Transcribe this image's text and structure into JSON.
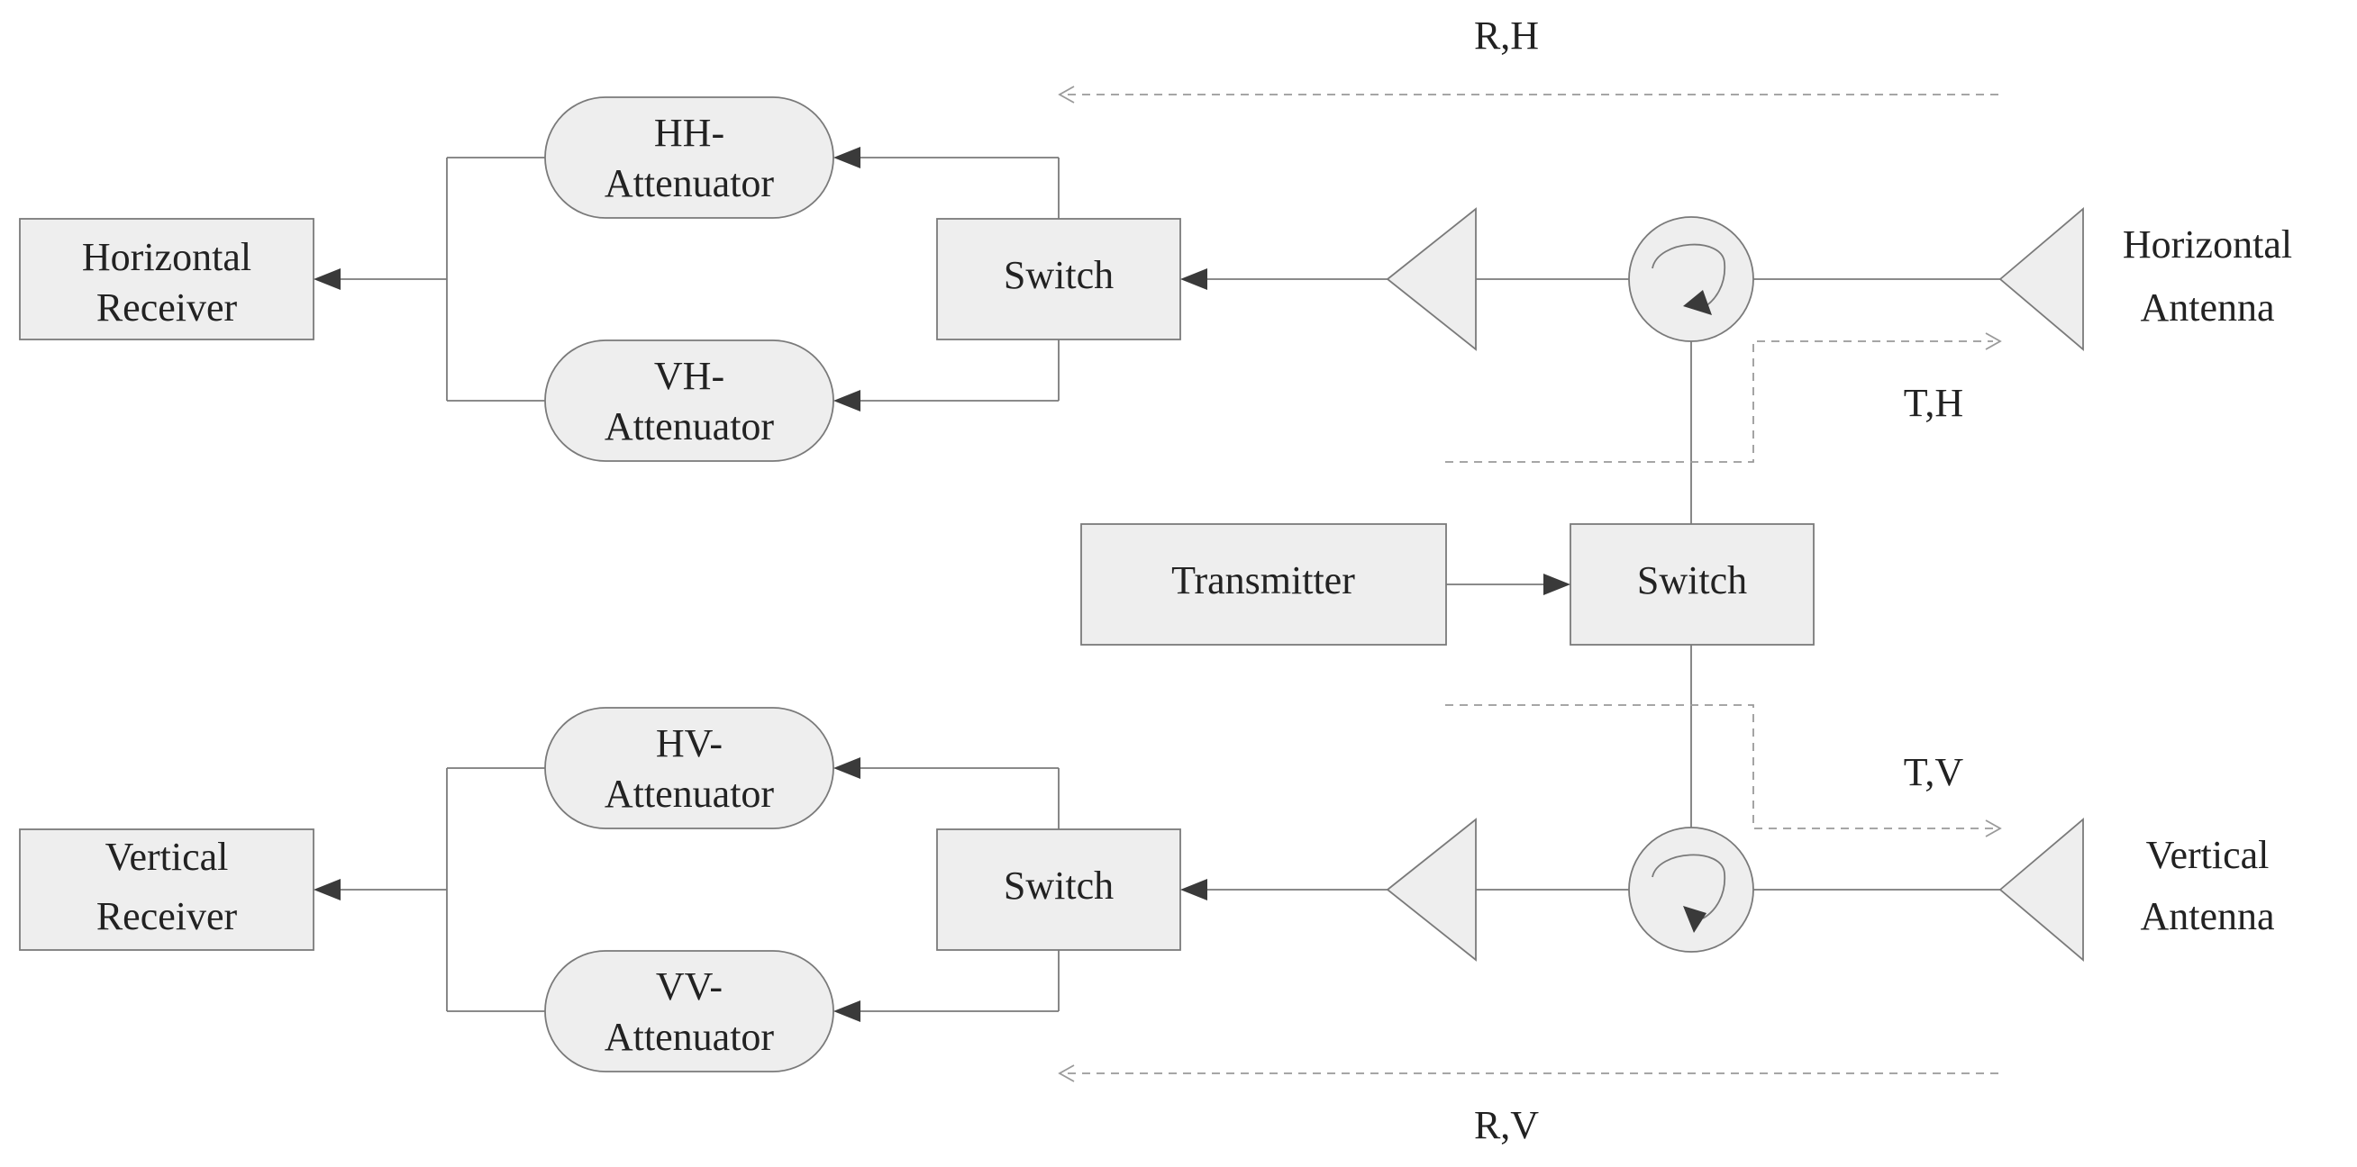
{
  "blocks": {
    "horizontal_receiver": [
      "Horizontal",
      "Receiver"
    ],
    "vertical_receiver": [
      "Vertical",
      "Receiver"
    ],
    "hh_attenuator": [
      "HH-",
      "Attenuator"
    ],
    "vh_attenuator": [
      "VH-",
      "Attenuator"
    ],
    "hv_attenuator": [
      "HV-",
      "Attenuator"
    ],
    "vv_attenuator": [
      "VV-",
      "Attenuator"
    ],
    "switch_top": "Switch",
    "switch_middle": "Switch",
    "switch_bottom": "Switch",
    "transmitter": "Transmitter",
    "horizontal_antenna": [
      "Horizontal",
      "Antenna"
    ],
    "vertical_antenna": [
      "Vertical",
      "Antenna"
    ]
  },
  "signals": {
    "receive_h": "R,H",
    "transmit_h": "T,H",
    "transmit_v": "T,V",
    "receive_v": "R,V"
  }
}
